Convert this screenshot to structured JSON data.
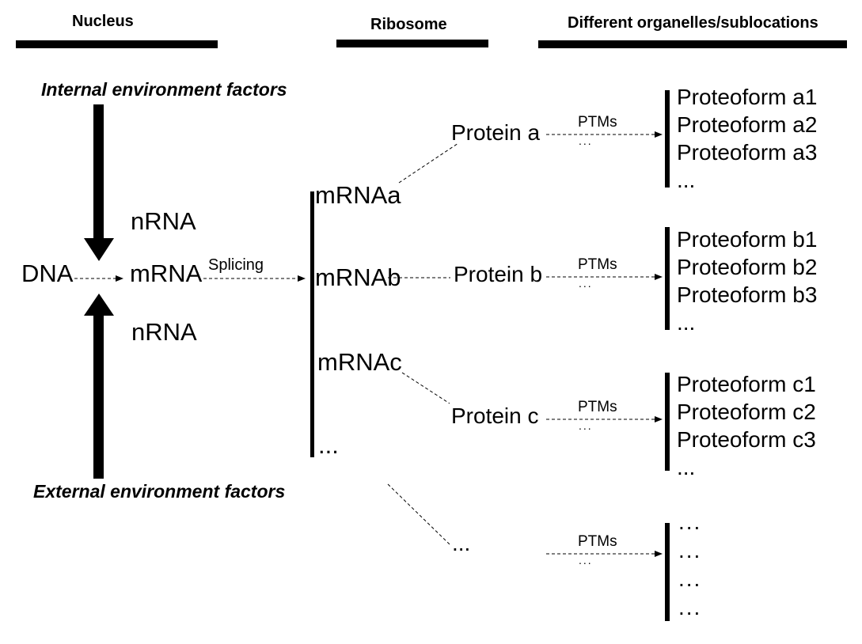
{
  "colors": {
    "ink": "#000000",
    "background": "#ffffff"
  },
  "headers": {
    "nucleus": "Nucleus",
    "ribosome": "Ribosome",
    "organelles": "Different organelles/sublocations"
  },
  "nucleus": {
    "internal_factors": "Internal environment factors",
    "external_factors": "External environment factors",
    "dna": "DNA",
    "nrna_top": "nRNA",
    "mrna": "mRNA",
    "nrna_bottom": "nRNA",
    "splicing_label": "Splicing"
  },
  "ribosome": {
    "mrna_a": "mRNAa",
    "mrna_b": "mRNAb",
    "mrna_c": "mRNAc",
    "ellipsis": "..."
  },
  "proteins": {
    "a": "Protein a",
    "b": "Protein b",
    "c": "Protein c",
    "ellipsis": "..."
  },
  "ptm": {
    "label": "PTMs",
    "ellipsis": "..."
  },
  "proteoforms": {
    "group_a": [
      "Proteoform a1",
      "Proteoform a2",
      "Proteoform a3",
      "..."
    ],
    "group_b": [
      "Proteoform b1",
      "Proteoform b2",
      "Proteoform b3",
      "..."
    ],
    "group_c": [
      "Proteoform c1",
      "Proteoform c2",
      "Proteoform c3",
      "..."
    ],
    "group_d": [
      "...",
      "...",
      "...",
      "..."
    ]
  }
}
